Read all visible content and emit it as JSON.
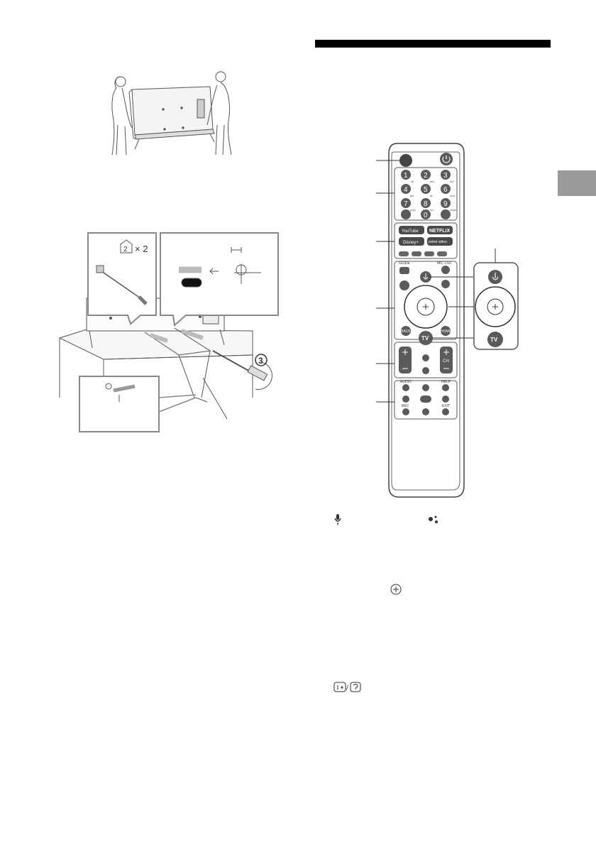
{
  "tv_illustration": {
    "screw_badge_count": "2",
    "screw_badge_multiplier": "× 2",
    "step_number": "3"
  },
  "remote": {
    "numbers": [
      "1",
      "2",
      "3",
      "4",
      "5",
      "6",
      "7",
      "8",
      "9",
      "0"
    ],
    "number_letters": [
      ".@",
      "abc",
      "def",
      "ghi",
      "jkl",
      "mno",
      "pqrs",
      "tuv",
      "wxyz",
      "_"
    ],
    "apps": [
      "YouTube",
      "NETFLIX",
      "Disney+",
      "prime video"
    ],
    "guide_label": "GUIDE",
    "mic_list_label": "MIC LIST",
    "back_label": "BACK",
    "home_label": "HOME",
    "tv_label": "TV",
    "ch_label": "CH",
    "audio_label": "AUDIO",
    "help_label": "HELP",
    "rec_label": "REC",
    "exit_label": "EXIT",
    "zoom_tv_label": "TV"
  },
  "colors": {
    "title_bar": "#000000",
    "side_tab": "#9a9a9a",
    "line_art": "#333333",
    "remote_button": "#5a5a5a"
  },
  "legend_icons": [
    "microphone-icon",
    "google-assistant-icon",
    "cross-button-icon",
    "info-icon",
    "help-icon"
  ]
}
